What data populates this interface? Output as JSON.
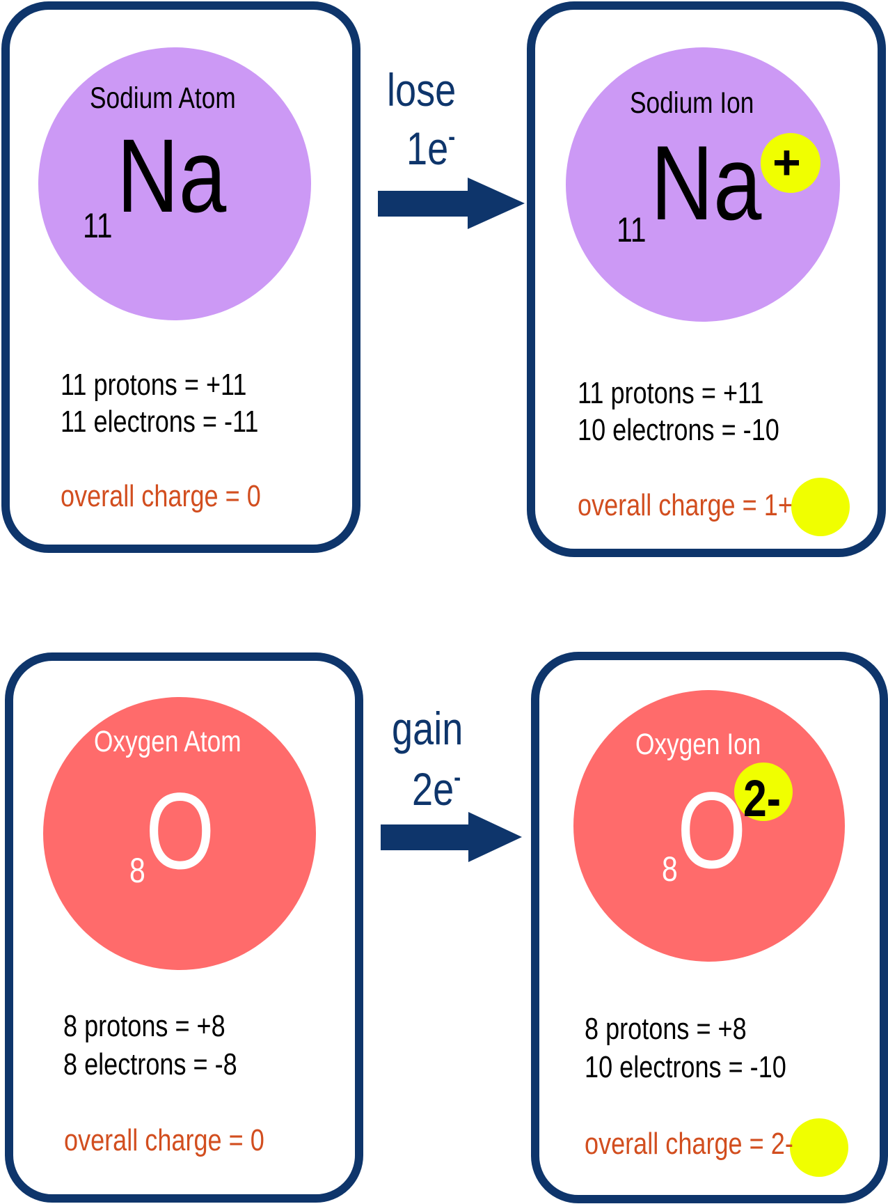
{
  "colors": {
    "border": "#0e356b",
    "arrow": "#0e356b",
    "sodium_fill": "#cc99f5",
    "oxygen_fill": "#ff6b6b",
    "charge_highlight": "#f0ff00",
    "charge_text": "#d24e1f",
    "body_text": "#000000"
  },
  "sodium": {
    "transition": {
      "verb": "lose",
      "count": "1e",
      "superscript": "-"
    },
    "atom": {
      "title": "Sodium Atom",
      "symbol": "Na",
      "atomic_number": "11",
      "protons_line": "11 protons = +11",
      "electrons_line": "11 electrons = -11",
      "charge_label": "overall charge = ",
      "charge_value": "0"
    },
    "ion": {
      "title": "Sodium Ion",
      "symbol": "Na",
      "atomic_number": "11",
      "ion_charge": "+",
      "protons_line": "11 protons = +11",
      "electrons_line": "10 electrons = -10",
      "charge_label": "overall charge = ",
      "charge_value": "1+"
    }
  },
  "oxygen": {
    "transition": {
      "verb": "gain",
      "count": "2e",
      "superscript": "-"
    },
    "atom": {
      "title": "Oxygen Atom",
      "symbol": "O",
      "atomic_number": "8",
      "protons_line": "8 protons = +8",
      "electrons_line": "8 electrons = -8",
      "charge_label": "overall charge = ",
      "charge_value": "0"
    },
    "ion": {
      "title": "Oxygen Ion",
      "symbol": "O",
      "atomic_number": "8",
      "ion_charge": "2-",
      "protons_line": "8 protons = +8",
      "electrons_line": "10 electrons = -10",
      "charge_label": "overall charge = ",
      "charge_value": "2-"
    }
  }
}
